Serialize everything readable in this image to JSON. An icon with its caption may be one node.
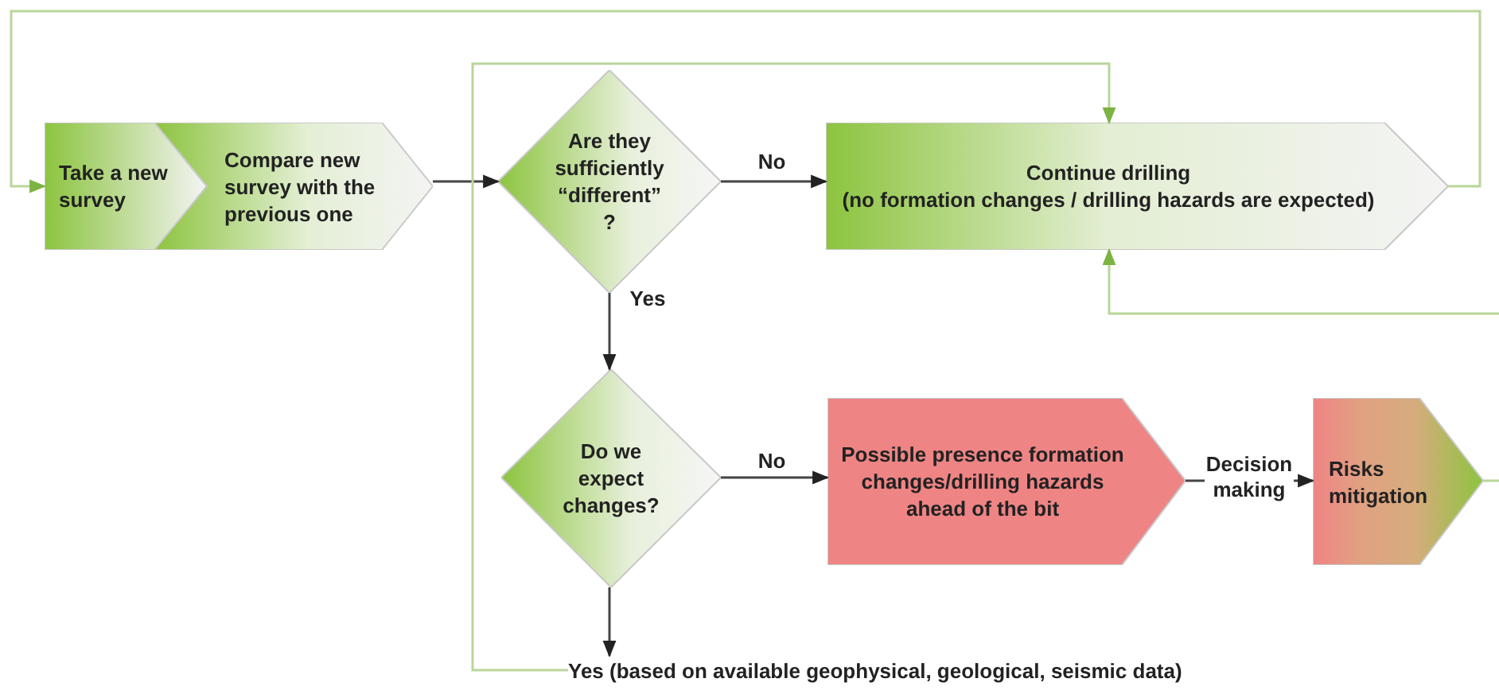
{
  "diagram": {
    "nodes": [
      {
        "text": [
          "Take a new survey"
        ]
      },
      {
        "text": [
          "Compare new survey with the previous one"
        ]
      },
      {
        "text": [
          "Are they sufficiently “different” ?"
        ]
      },
      {
        "text": [
          "Continue drilling",
          "(no formation changes / drilling hazards are expected)"
        ]
      },
      {
        "text": [
          "Do we expect changes?"
        ]
      },
      {
        "text": [
          "Possible presence formation changes/drilling hazards ahead of the bit"
        ]
      },
      {
        "text": [
          "Risks mitigation"
        ]
      },
      {
        "text": [
          "Yes (based on available geophysical, geological, seismic data)"
        ]
      }
    ],
    "edges": [
      {
        "from": 3,
        "to": 0,
        "arrow": "to",
        "color": "#b9d59a"
      },
      {
        "from": 1,
        "to": 2,
        "arrow": "to"
      },
      {
        "from": 2,
        "to": 3,
        "arrow": "to",
        "label": "No"
      },
      {
        "from": 2,
        "to": 4,
        "arrow": "to",
        "label": "Yes"
      },
      {
        "from": 4,
        "to": 5,
        "arrow": "to",
        "label": "No"
      },
      {
        "from": 5,
        "to": 6,
        "arrow": "to",
        "label": "Decision making"
      },
      {
        "from": 4,
        "to": 7,
        "arrow": "to"
      },
      {
        "from": 7,
        "to": 3,
        "arrow": "to",
        "color": "#b9d59a"
      },
      {
        "from": null,
        "to": 3,
        "arrow": "to",
        "color": "#b9d59a"
      },
      {
        "from": 6,
        "to": null,
        "arrow": "none",
        "color": "#b9d59a"
      }
    ]
  }
}
